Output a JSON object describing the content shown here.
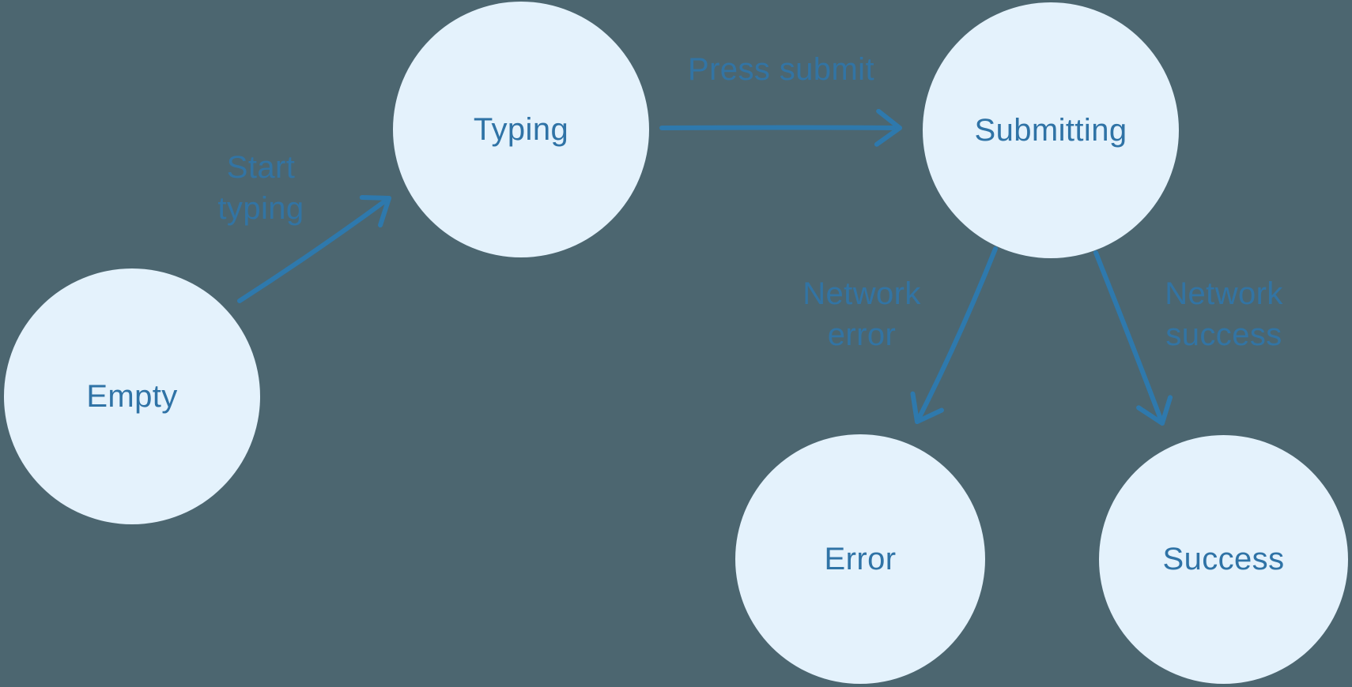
{
  "diagram": {
    "type": "state-diagram",
    "colors": {
      "background": "#4C6670",
      "node_fill": "#E4F2FC",
      "node_text": "#2F73A6",
      "edge": "#2E79AD",
      "edge_label": "#3274A4"
    },
    "nodes": [
      {
        "id": "empty",
        "label": "Empty"
      },
      {
        "id": "typing",
        "label": "Typing"
      },
      {
        "id": "submitting",
        "label": "Submitting"
      },
      {
        "id": "error",
        "label": "Error"
      },
      {
        "id": "success",
        "label": "Success"
      }
    ],
    "edges": [
      {
        "from": "Empty",
        "to": "Typing",
        "label": "Start typing"
      },
      {
        "from": "Typing",
        "to": "Submitting",
        "label": "Press submit"
      },
      {
        "from": "Submitting",
        "to": "Error",
        "label": "Network error"
      },
      {
        "from": "Submitting",
        "to": "Success",
        "label": "Network success"
      }
    ]
  }
}
